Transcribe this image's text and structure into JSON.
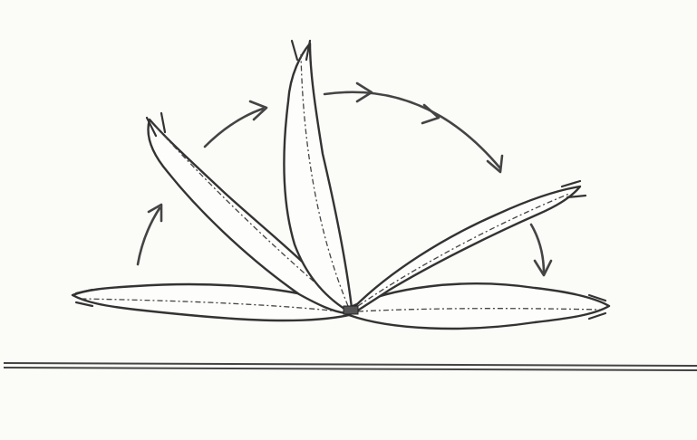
{
  "figure": {
    "subject": "larva-jumping-sequence",
    "body_positions": [
      "flat-left",
      "raised-left",
      "vertical",
      "raised-right",
      "flat-right"
    ],
    "motion_arrows": [
      "arrow-1",
      "arrow-2",
      "arrow-3",
      "arrow-4",
      "arrow-5"
    ],
    "colors": {
      "ink": "#333333",
      "paper": "#fbfbf8",
      "body_fill": "#fdfdfb"
    }
  }
}
